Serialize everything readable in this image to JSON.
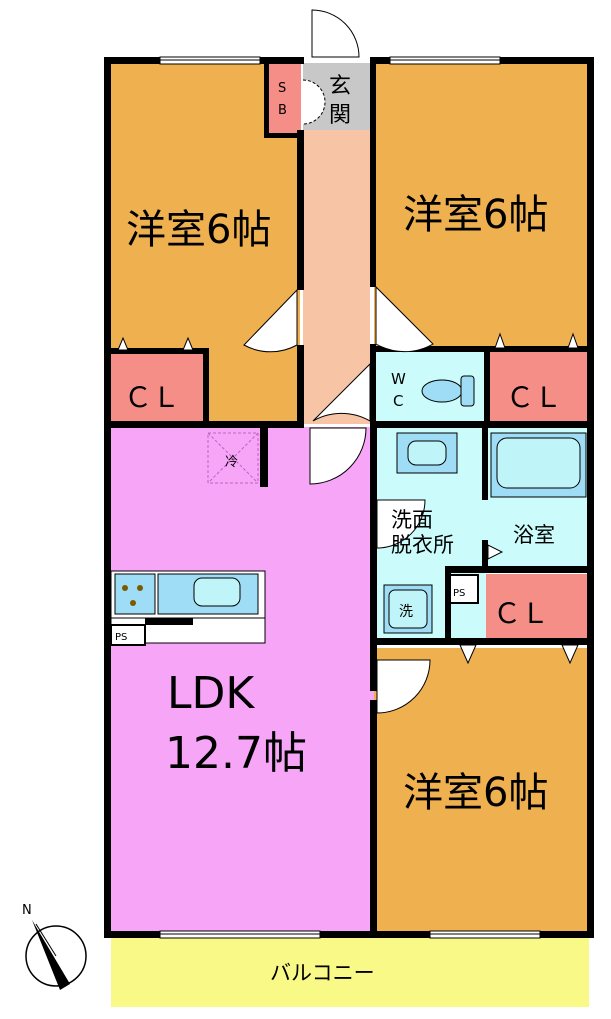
{
  "rooms": {
    "bedroom_nw": "洋室6帖",
    "bedroom_ne": "洋室6帖",
    "bedroom_se": "洋室6帖",
    "ldk_line1": "LDK",
    "ldk_line2": "12.7帖",
    "entrance_1": "玄",
    "entrance_2": "関",
    "shoe_box_1": "S",
    "shoe_box_2": "B",
    "closet_nw": "ＣＬ",
    "closet_ne": "ＣＬ",
    "closet_se": "ＣＬ",
    "wc_1": "W",
    "wc_2": "C",
    "washroom_1": "洗面",
    "washroom_2": "脱衣所",
    "bathroom": "浴室",
    "washer": "洗",
    "fridge": "冷",
    "ps_kitchen": "PS",
    "ps_bath": "PS",
    "balcony": "バルコニー"
  },
  "compass": {
    "north": "N"
  },
  "colors": {
    "bedroom": "#efb04f",
    "ldk": "#f7a6f7",
    "hall": "#f8c4a6",
    "closet": "#f58e86",
    "wet_area": "#ccfbfb",
    "fixture": "#9fdcf5",
    "balcony": "#f9f987",
    "entrance": "#c8c8c8",
    "wall": "#000000"
  }
}
